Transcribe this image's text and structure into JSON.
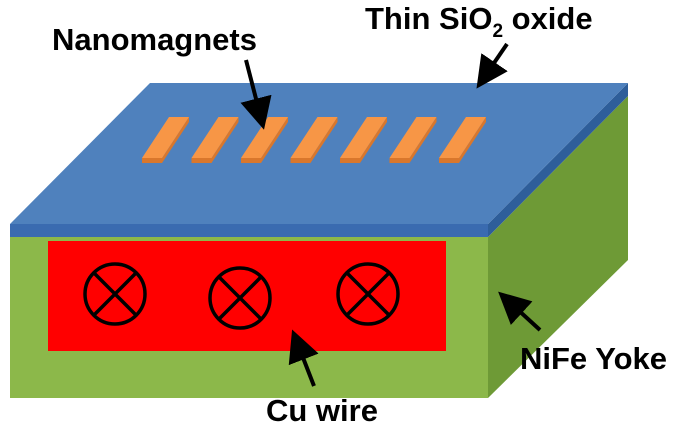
{
  "labels": {
    "nanomagnets": "Nanomagnets",
    "oxide_prefix": "Thin SiO",
    "oxide_sub": "2",
    "oxide_suffix": " oxide",
    "yoke": "NiFe Yoke",
    "wire": "Cu wire"
  },
  "nanomagnet_count": 7,
  "wire_current_symbols": 3,
  "colors": {
    "oxide_top": "#4F81BD",
    "oxide_front": "#3A6BB0",
    "oxide_side": "#2E5E9A",
    "yoke_front": "#8CB84A",
    "yoke_side": "#6E9A36",
    "cu_wire": "#FF0000",
    "nanomagnet_top": "#F79646",
    "nanomagnet_side": "#D9772C",
    "ink": "#000000"
  }
}
